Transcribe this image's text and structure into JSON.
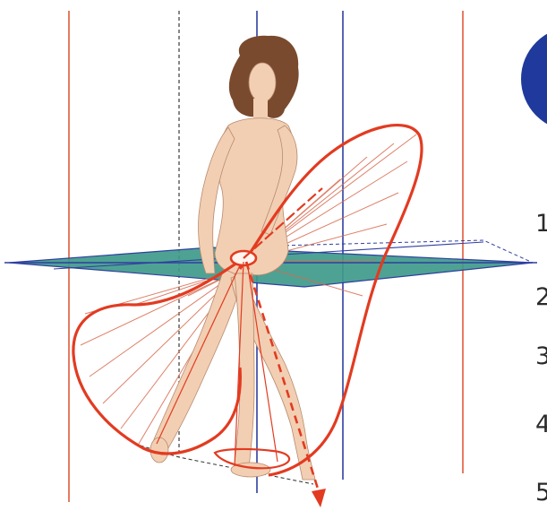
{
  "figure": {
    "list_numbers": [
      "1",
      "2",
      "3",
      "4",
      "5"
    ],
    "colors": {
      "red_axis": "#e05a3c",
      "blue_axis": "#2f3fa0",
      "plane_fill": "#3f9a8a",
      "path_red": "#e23b21",
      "skin": "#f2cfb3",
      "hair": "#7a4a2e",
      "badge": "#1f3a9c"
    }
  }
}
